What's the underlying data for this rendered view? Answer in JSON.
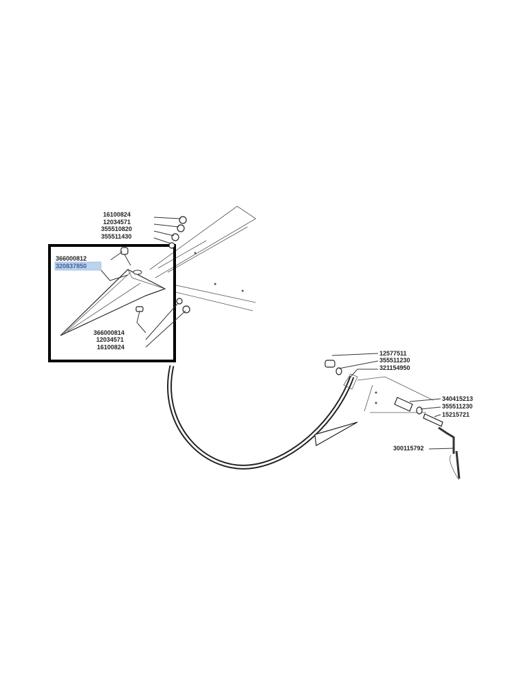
{
  "callouts": {
    "c1": "16100824",
    "c2": "12034571",
    "c3": "355510820",
    "c4": "355511430",
    "c5": "366000812",
    "c6": "320837850",
    "c7": "366000814",
    "c8": "12034571",
    "c9": "16100824",
    "c10": "12577511",
    "c11": "355511230",
    "c12": "321154950",
    "c13": "340415213",
    "c14": "355511230",
    "c15": "15215721",
    "c16": "300115792"
  },
  "highlight_color": "#bcd3ee",
  "frame_color": "#000000"
}
